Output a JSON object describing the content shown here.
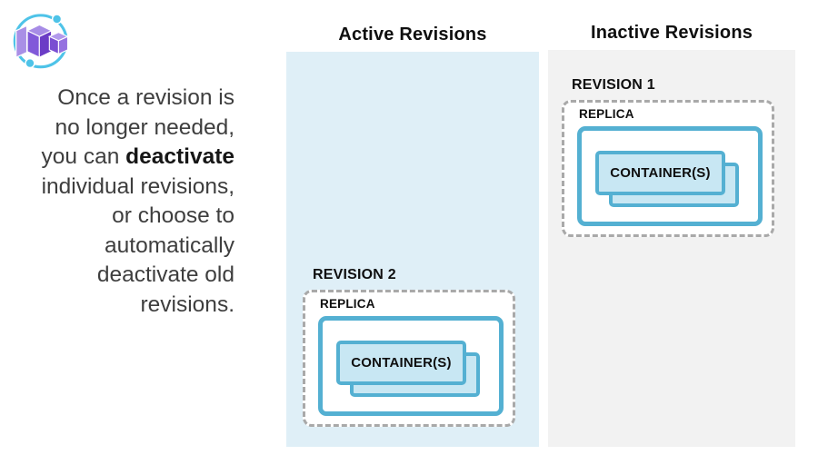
{
  "logo": {
    "label": "Azure Container Apps logo",
    "colors": {
      "arc_blue": "#4EC3E8",
      "purple_light": "#A98FE6",
      "purple_mid": "#8159D9",
      "purple_dark": "#6B3CC6"
    }
  },
  "intro": {
    "text_before": "Once a revision is\nno longer needed,\nyou can ",
    "text_bold": "deactivate",
    "text_after": "\nindividual revisions,\nor choose to\nautomatically\ndeactivate old\nrevisions."
  },
  "columns": {
    "active": {
      "title": "Active Revisions",
      "background": "#DFEFF7",
      "revisions": [
        {
          "label": "REVISION 2",
          "replica_label": "REPLICA",
          "container_label": "CONTAINER(S)"
        }
      ]
    },
    "inactive": {
      "title": "Inactive Revisions",
      "background": "#F2F2F2",
      "revisions": [
        {
          "label": "REVISION 1",
          "replica_label": "REPLICA",
          "container_label": "CONTAINER(S)"
        }
      ]
    }
  },
  "colors": {
    "box_border": "#54B0D2",
    "container_fill": "#C8E7F3",
    "dashed_border": "#A9A9A9",
    "paragraph_text": "#3E3E3E",
    "heading_text": "#0F0F0F"
  }
}
